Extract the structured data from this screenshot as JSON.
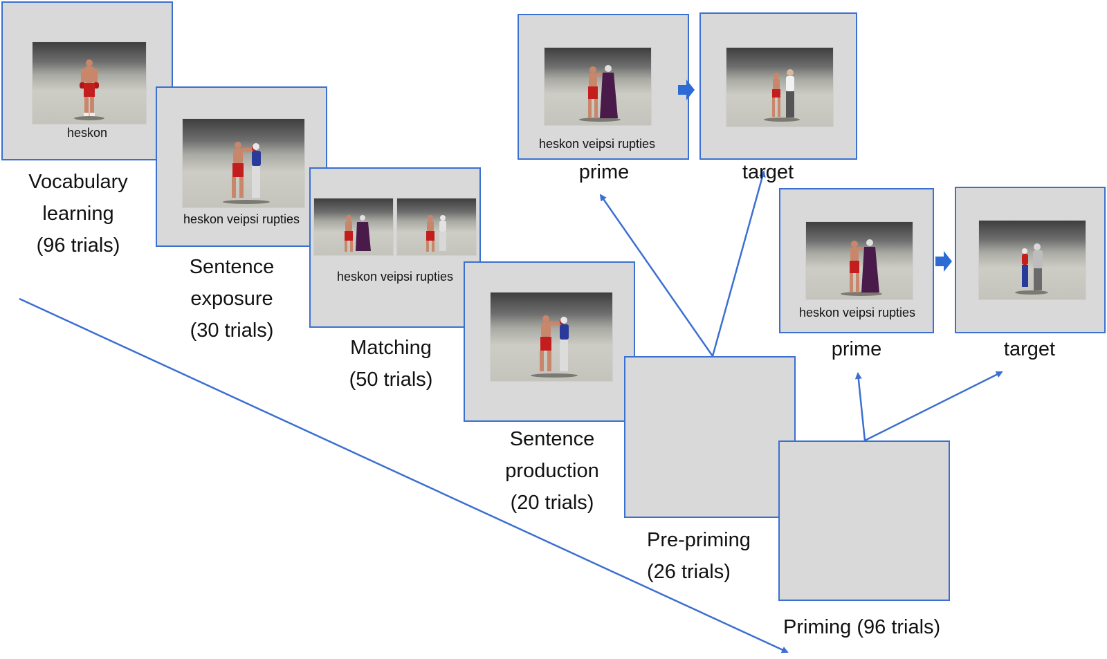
{
  "stages": {
    "vocabulary": {
      "caption": "heskon",
      "label": [
        "Vocabulary",
        "learning",
        "(96 trials)"
      ]
    },
    "exposure": {
      "caption": "heskon veipsi rupties",
      "label": [
        "Sentence",
        "exposure",
        "(30 trials)"
      ]
    },
    "matching": {
      "caption": "heskon veipsi rupties",
      "label": [
        "Matching",
        "(50 trials)"
      ]
    },
    "production": {
      "label": [
        "Sentence",
        "production",
        "(20 trials)"
      ]
    },
    "prepriming": {
      "label": [
        "Pre-priming",
        "(26 trials)"
      ]
    },
    "priming": {
      "label": [
        "Priming (96 trials)"
      ]
    }
  },
  "prepriming_trial": {
    "prime_caption": "heskon veipsi rupties",
    "prime_label": "prime",
    "target_label": "target"
  },
  "priming_trial": {
    "prime_caption": "heskon veipsi rupties",
    "prime_label": "prime",
    "target_label": "target"
  },
  "colors": {
    "accent": "#3b6fd1",
    "panel": "#d9d9d9"
  }
}
